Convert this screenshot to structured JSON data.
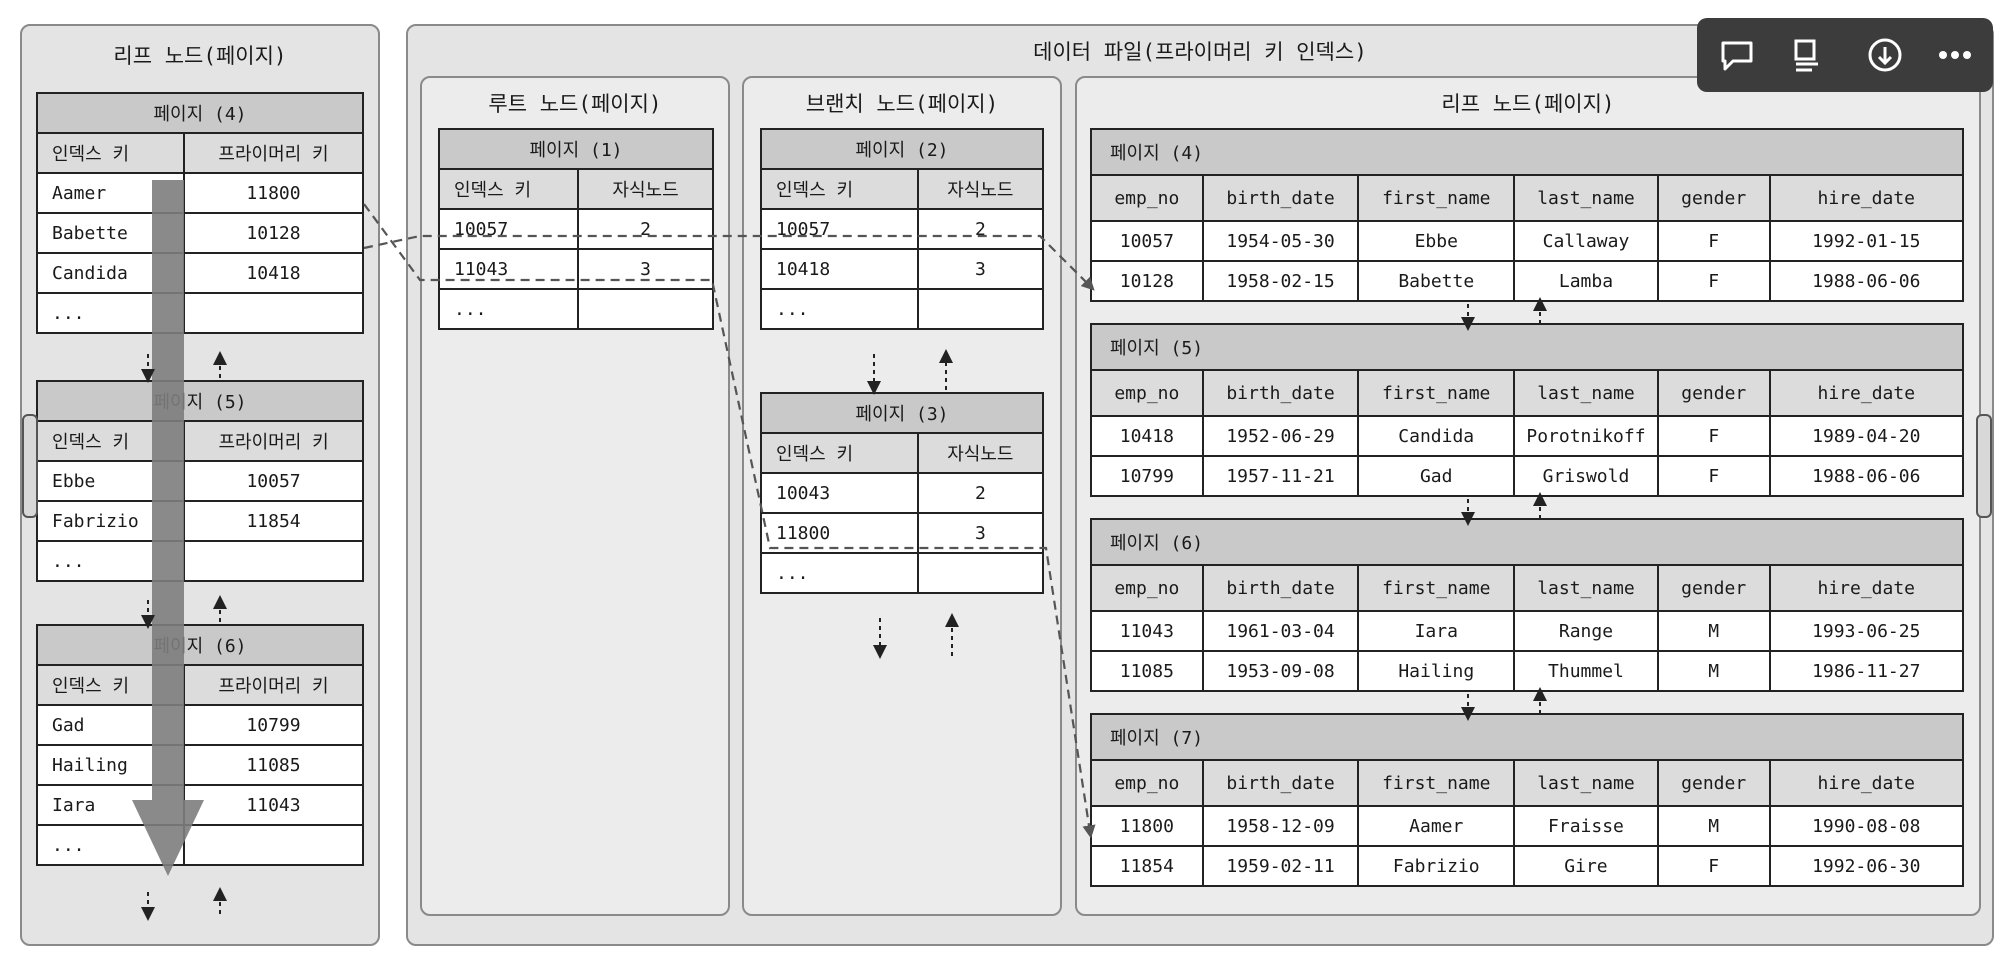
{
  "left_panel": {
    "title": "리프 노드(페이지)",
    "header_key": "인덱스 키",
    "header_pk": "프라이머리 키",
    "pages": [
      {
        "title": "페이지 (4)",
        "rows": [
          {
            "key": "Aamer",
            "pk": "11800"
          },
          {
            "key": "Babette",
            "pk": "10128"
          },
          {
            "key": "Candida",
            "pk": "10418"
          },
          {
            "key": "...",
            "pk": ""
          }
        ]
      },
      {
        "title": "페이지 (5)",
        "rows": [
          {
            "key": "Ebbe",
            "pk": "10057"
          },
          {
            "key": "Fabrizio",
            "pk": "11854"
          },
          {
            "key": "...",
            "pk": ""
          }
        ]
      },
      {
        "title": "페이지 (6)",
        "rows": [
          {
            "key": "Gad",
            "pk": "10799"
          },
          {
            "key": "Hailing",
            "pk": "11085"
          },
          {
            "key": "Iara",
            "pk": "11043"
          },
          {
            "key": "...",
            "pk": ""
          }
        ]
      }
    ]
  },
  "data_file": {
    "title": "데이터 파일(프라이머리 키 인덱스)",
    "index_key_header": "인덱스 키",
    "child_header": "자식노드",
    "root": {
      "title": "루트 노드(페이지)",
      "page": {
        "title": "페이지 (1)",
        "rows": [
          {
            "key": "10057",
            "child": "2"
          },
          {
            "key": "11043",
            "child": "3"
          },
          {
            "key": "...",
            "child": ""
          }
        ]
      }
    },
    "branch": {
      "title": "브랜치 노드(페이지)",
      "pages": [
        {
          "title": "페이지 (2)",
          "rows": [
            {
              "key": "10057",
              "child": "2"
            },
            {
              "key": "10418",
              "child": "3"
            },
            {
              "key": "...",
              "child": ""
            }
          ]
        },
        {
          "title": "페이지 (3)",
          "rows": [
            {
              "key": "10043",
              "child": "2"
            },
            {
              "key": "11800",
              "child": "3"
            },
            {
              "key": "...",
              "child": ""
            }
          ]
        }
      ]
    },
    "leaf": {
      "title": "리프 노드(페이지)",
      "columns": [
        "emp_no",
        "birth_date",
        "first_name",
        "last_name",
        "gender",
        "hire_date"
      ],
      "pages": [
        {
          "title": "페이지 (4)",
          "rows": [
            [
              "10057",
              "1954-05-30",
              "Ebbe",
              "Callaway",
              "F",
              "1992-01-15"
            ],
            [
              "10128",
              "1958-02-15",
              "Babette",
              "Lamba",
              "F",
              "1988-06-06"
            ]
          ]
        },
        {
          "title": "페이지 (5)",
          "rows": [
            [
              "10418",
              "1952-06-29",
              "Candida",
              "Porotnikoff",
              "F",
              "1989-04-20"
            ],
            [
              "10799",
              "1957-11-21",
              "Gad",
              "Griswold",
              "F",
              "1988-06-06"
            ]
          ]
        },
        {
          "title": "페이지 (6)",
          "rows": [
            [
              "11043",
              "1961-03-04",
              "Iara",
              "Range",
              "M",
              "1993-06-25"
            ],
            [
              "11085",
              "1953-09-08",
              "Hailing",
              "Thummel",
              "M",
              "1986-11-27"
            ]
          ]
        },
        {
          "title": "페이지 (7)",
          "rows": [
            [
              "11800",
              "1958-12-09",
              "Aamer",
              "Fraisse",
              "M",
              "1990-08-08"
            ],
            [
              "11854",
              "1959-02-11",
              "Fabrizio",
              "Gire",
              "F",
              "1992-06-30"
            ]
          ]
        }
      ]
    }
  },
  "toolbar": {
    "icons": [
      "comment-icon",
      "caption-icon",
      "download-icon",
      "more-icon"
    ]
  }
}
